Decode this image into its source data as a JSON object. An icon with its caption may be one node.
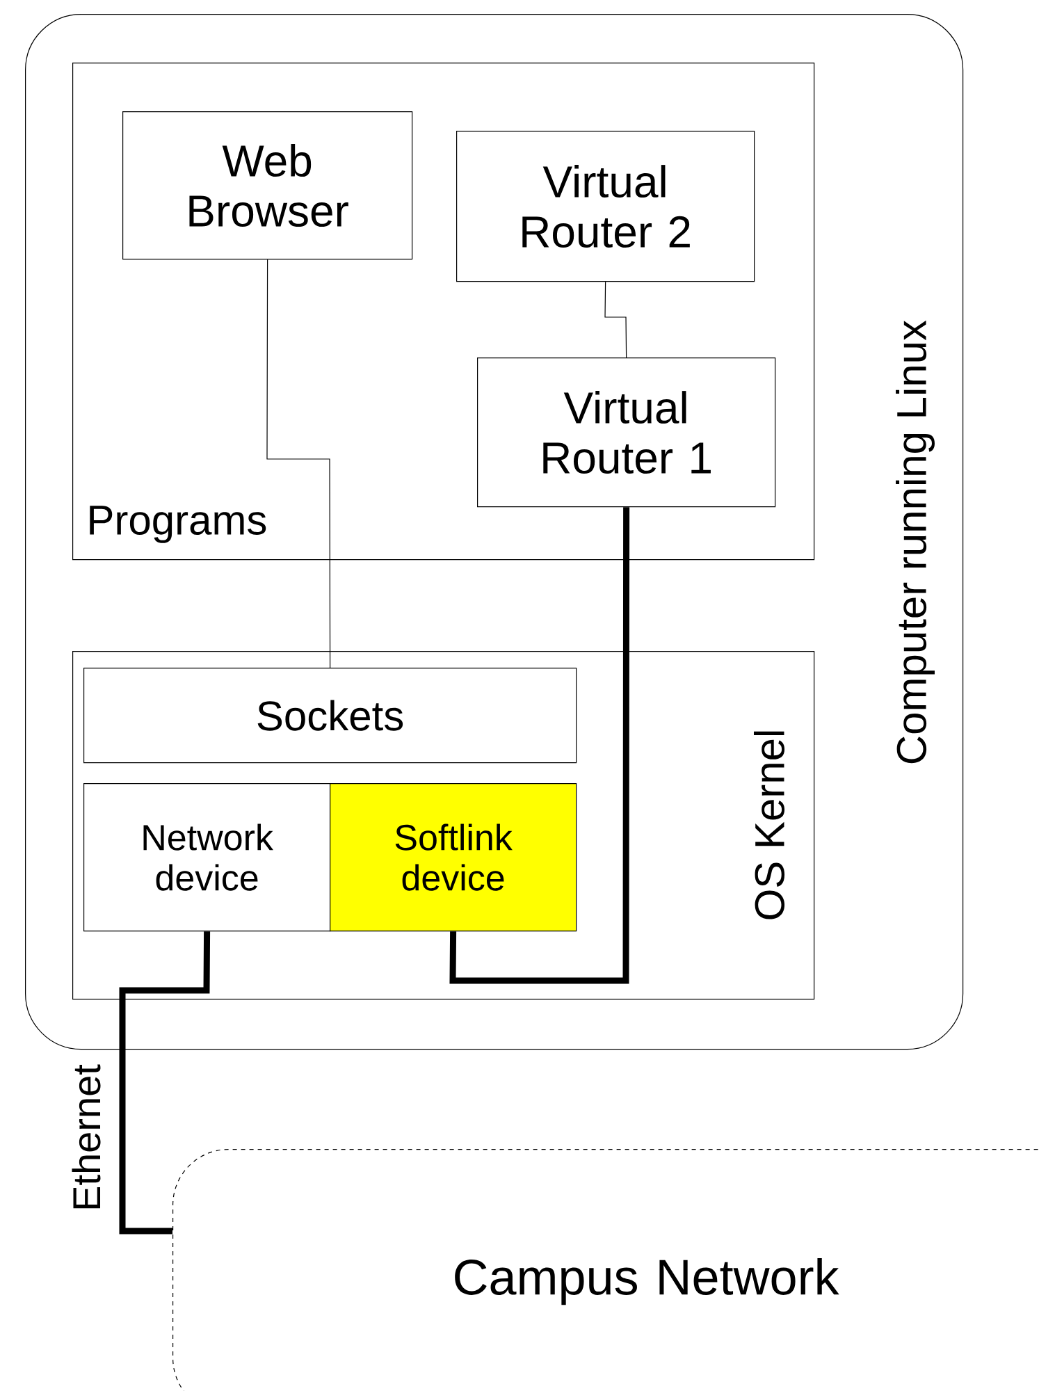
{
  "diagram": {
    "nodes": [
      {
        "text": [
          "Computer running Linux"
        ]
      },
      {
        "text": [
          "Programs"
        ],
        "in": 0
      },
      {
        "text": [
          "Web Browser"
        ],
        "in": 1
      },
      {
        "text": [
          "Virtual Router 2"
        ],
        "in": 1
      },
      {
        "text": [
          "Virtual Router 1"
        ],
        "in": 1
      },
      {
        "text": [
          "OS Kernel"
        ],
        "in": 0
      },
      {
        "text": [
          "Sockets"
        ],
        "in": 5
      },
      {
        "text": [
          "Network device"
        ],
        "in": 5
      },
      {
        "text": [
          "Softlink device"
        ],
        "in": 5
      },
      {
        "text": [
          "Campus Network"
        ]
      }
    ],
    "edges": [
      {
        "from": 2,
        "to": 6,
        "arrow": "none"
      },
      {
        "from": 3,
        "to": 4,
        "arrow": "none"
      },
      {
        "from": 4,
        "to": 8,
        "arrow": "none",
        "style": "thick"
      },
      {
        "from": 7,
        "to": 9,
        "arrow": "none",
        "style": "thick",
        "label": "Ethernet"
      }
    ]
  }
}
